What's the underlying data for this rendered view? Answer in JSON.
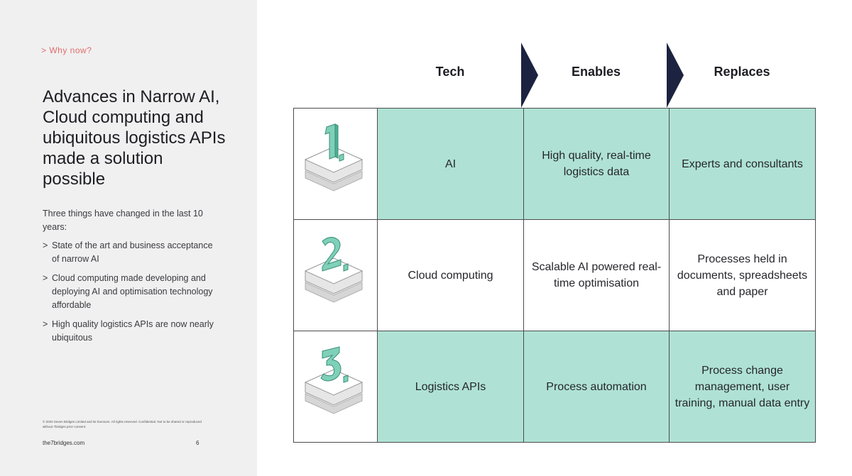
{
  "left": {
    "kicker": "> Why now?",
    "headline": "Advances in Narrow AI, Cloud computing and ubiquitous logistics APIs made a solution possible",
    "intro": "Three things have changed in the last 10 years:",
    "bullets": [
      "State of the art and business acceptance of narrow AI",
      "Cloud computing made developing and deploying AI and optimisation technology affordable",
      "High quality logistics APIs are now nearly ubiquitous"
    ],
    "bullet_marker": ">",
    "legal": "© 2020 Seven Bridges Limited and its licensors. All rights reserved. Confidential. Not to be shared or reproduced without 7bridges prior consent.",
    "footer_site": "the7bridges.com",
    "page_number": "6"
  },
  "table": {
    "headers": [
      "Tech",
      "Enables",
      "Replaces"
    ],
    "rows": [
      {
        "number": "1.",
        "tech": "AI",
        "enables": "High quality, real-time logistics data",
        "replaces": "Experts and consultants"
      },
      {
        "number": "2.",
        "tech": "Cloud computing",
        "enables": "Scalable AI powered real-time optimisation",
        "replaces": "Processes held in documents, spreadsheets and paper"
      },
      {
        "number": "3.",
        "tech": "Logistics APIs",
        "enables": "Process automation",
        "replaces": "Process change management, user training, manual data entry"
      }
    ]
  },
  "colors": {
    "teal_fill": "#afe2d4",
    "icon_teal": "#7fd0b9",
    "chevron_navy": "#1b2340",
    "kicker_red": "#e06c6c",
    "panel_grey": "#f0f0f0"
  },
  "icons": [
    "number-one-block-icon",
    "number-two-block-icon",
    "number-three-block-icon",
    "chevron-right-icon"
  ]
}
